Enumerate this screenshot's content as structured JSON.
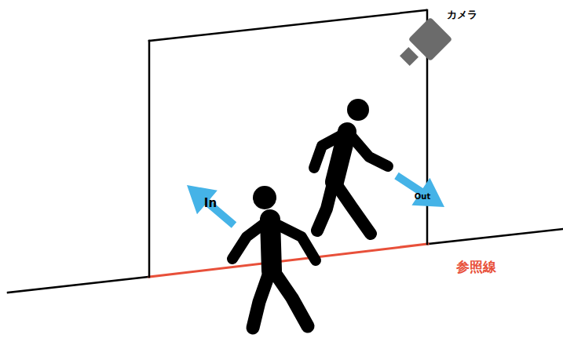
{
  "diagram": {
    "labels": [
      "カメラ",
      "In",
      "Out",
      "参照線"
    ]
  }
}
